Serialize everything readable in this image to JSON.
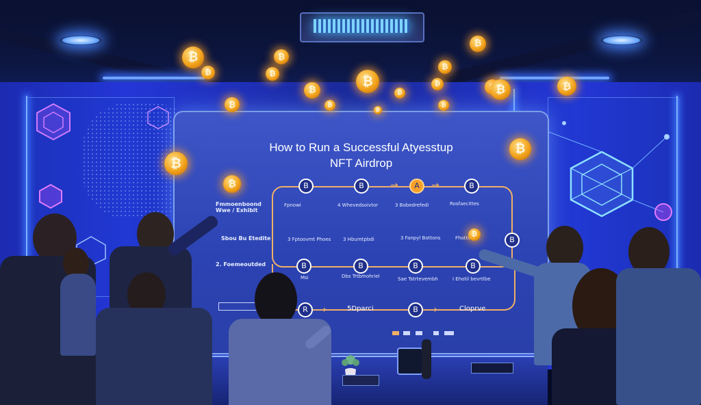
{
  "screen": {
    "title_line1": "How to Run a Successful Atyesstup",
    "title_line2": "NFT Airdrop",
    "node_labels": [
      "B",
      "B",
      "A",
      "B",
      "B",
      "B",
      "B",
      "B",
      "B"
    ],
    "bottom_node_labels": [
      "R",
      "B"
    ],
    "mid_label": "5Dparci",
    "end_label": "Cloprve",
    "left_steps": [
      {
        "head": "Fmmoenboond",
        "sub": "Wwe / Exhibit"
      },
      {
        "head": "Sbou Bu Etedite",
        "sub": ""
      },
      {
        "head": "2. Foemeoutded",
        "sub": ""
      }
    ],
    "steps_row1": [
      "Fpnowi",
      "4 Whevedsoivtor",
      "3 Bobedrefedi",
      "Rosfaecittes"
    ],
    "steps_row2": [
      "3 Fptoovmt Phoes",
      "3 Hbumtpbdi",
      "3 Fanpyl Bottons",
      "Fhotte"
    ],
    "steps_row3": [
      "Msi",
      "Dbs Trtbmohriel",
      "Sae Tstrtevembh",
      "I Ehotil bevrtlbe"
    ]
  },
  "coin_symbol": "₿",
  "colors": {
    "wall": "#2436d8",
    "screen": "#2c43b3",
    "accent_orange": "#f6a02a",
    "neon": "#7fb2ff"
  }
}
